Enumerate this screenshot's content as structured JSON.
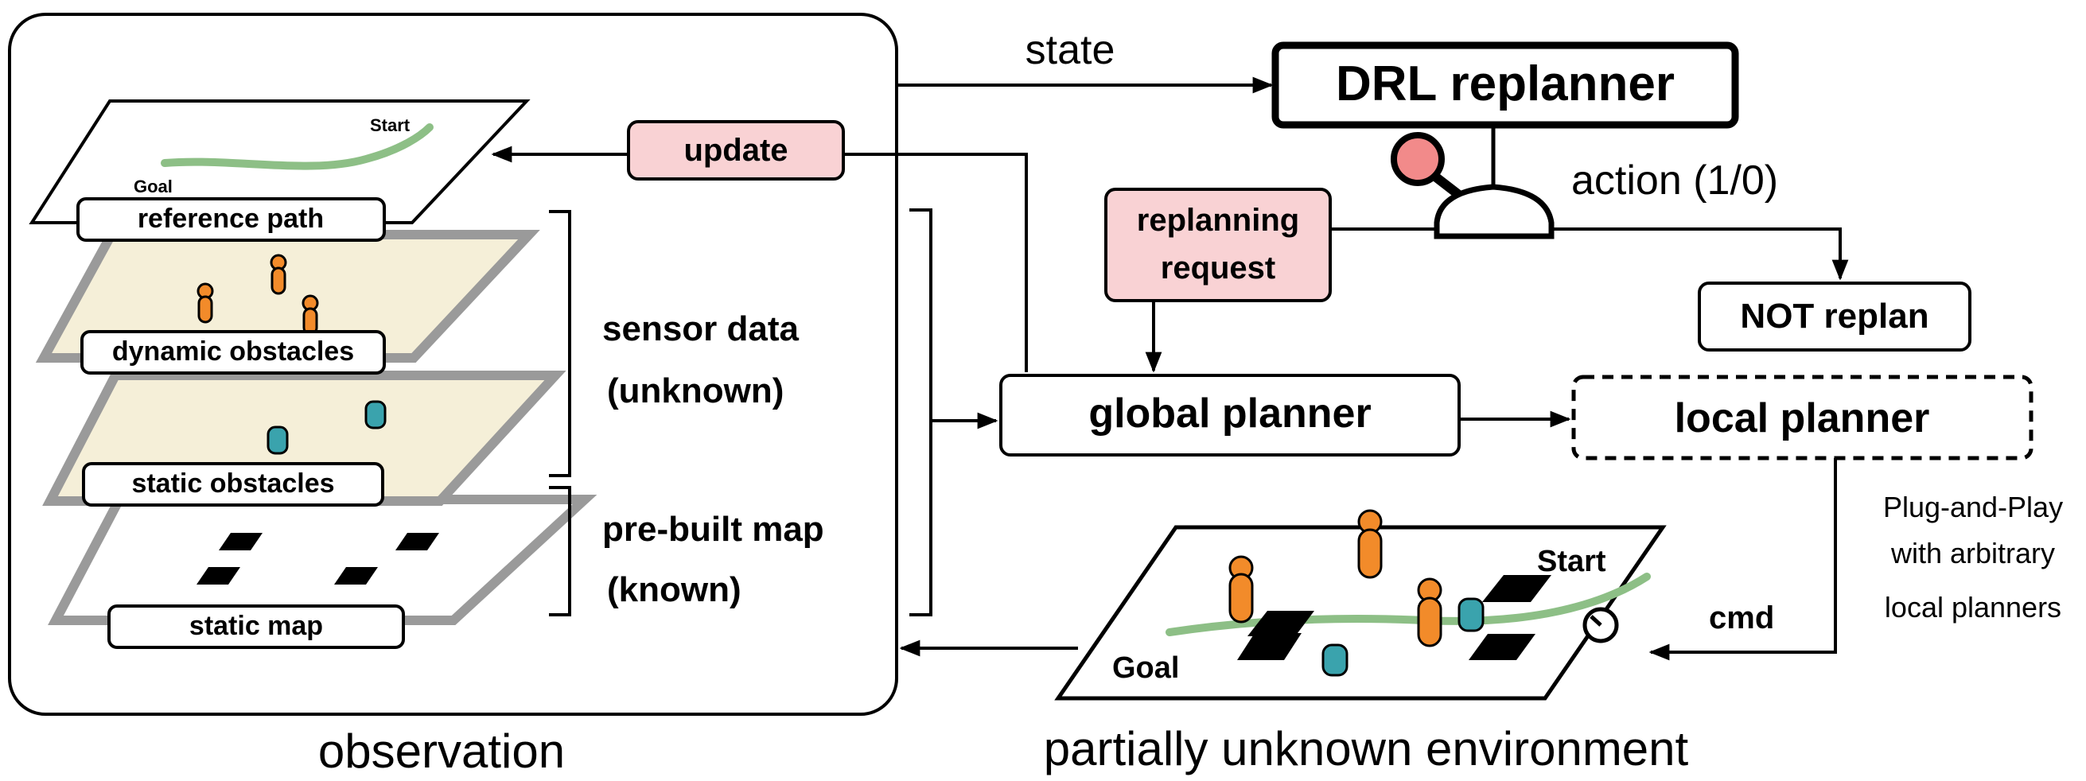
{
  "observation": {
    "caption": "observation",
    "update_label": "update",
    "layers": {
      "reference_path": "reference path",
      "dynamic_obstacles": "dynamic obstacles",
      "static_obstacles": "static obstacles",
      "static_map": "static map"
    },
    "ref_goal": "Goal",
    "ref_start": "Start",
    "sensor_data_line1": "sensor data",
    "sensor_data_line2": "(unknown)",
    "prebuilt_line1": "pre-built map",
    "prebuilt_line2": "(known)"
  },
  "planner": {
    "state_label": "state",
    "drl_title": "DRL replanner",
    "action_label": "action (1/0)",
    "replan_request_line1": "replanning",
    "replan_request_line2": "request",
    "not_replan": "NOT replan",
    "global_planner": "global planner",
    "local_planner": "local planner",
    "plug_line1": "Plug-and-Play",
    "plug_line2": "with arbitrary",
    "plug_line3": "local planners",
    "cmd_label": "cmd"
  },
  "environment": {
    "caption": "partially unknown environment",
    "start": "Start",
    "goal": "Goal"
  },
  "colors": {
    "pink_box": "#f9d2d4",
    "orange_agent": "#f28b2a",
    "teal_obstacle": "#3aa3ad",
    "path_green": "#8dbf86",
    "layer_yellow": "#f5efd8",
    "lever_knob": "#f28a8a"
  }
}
